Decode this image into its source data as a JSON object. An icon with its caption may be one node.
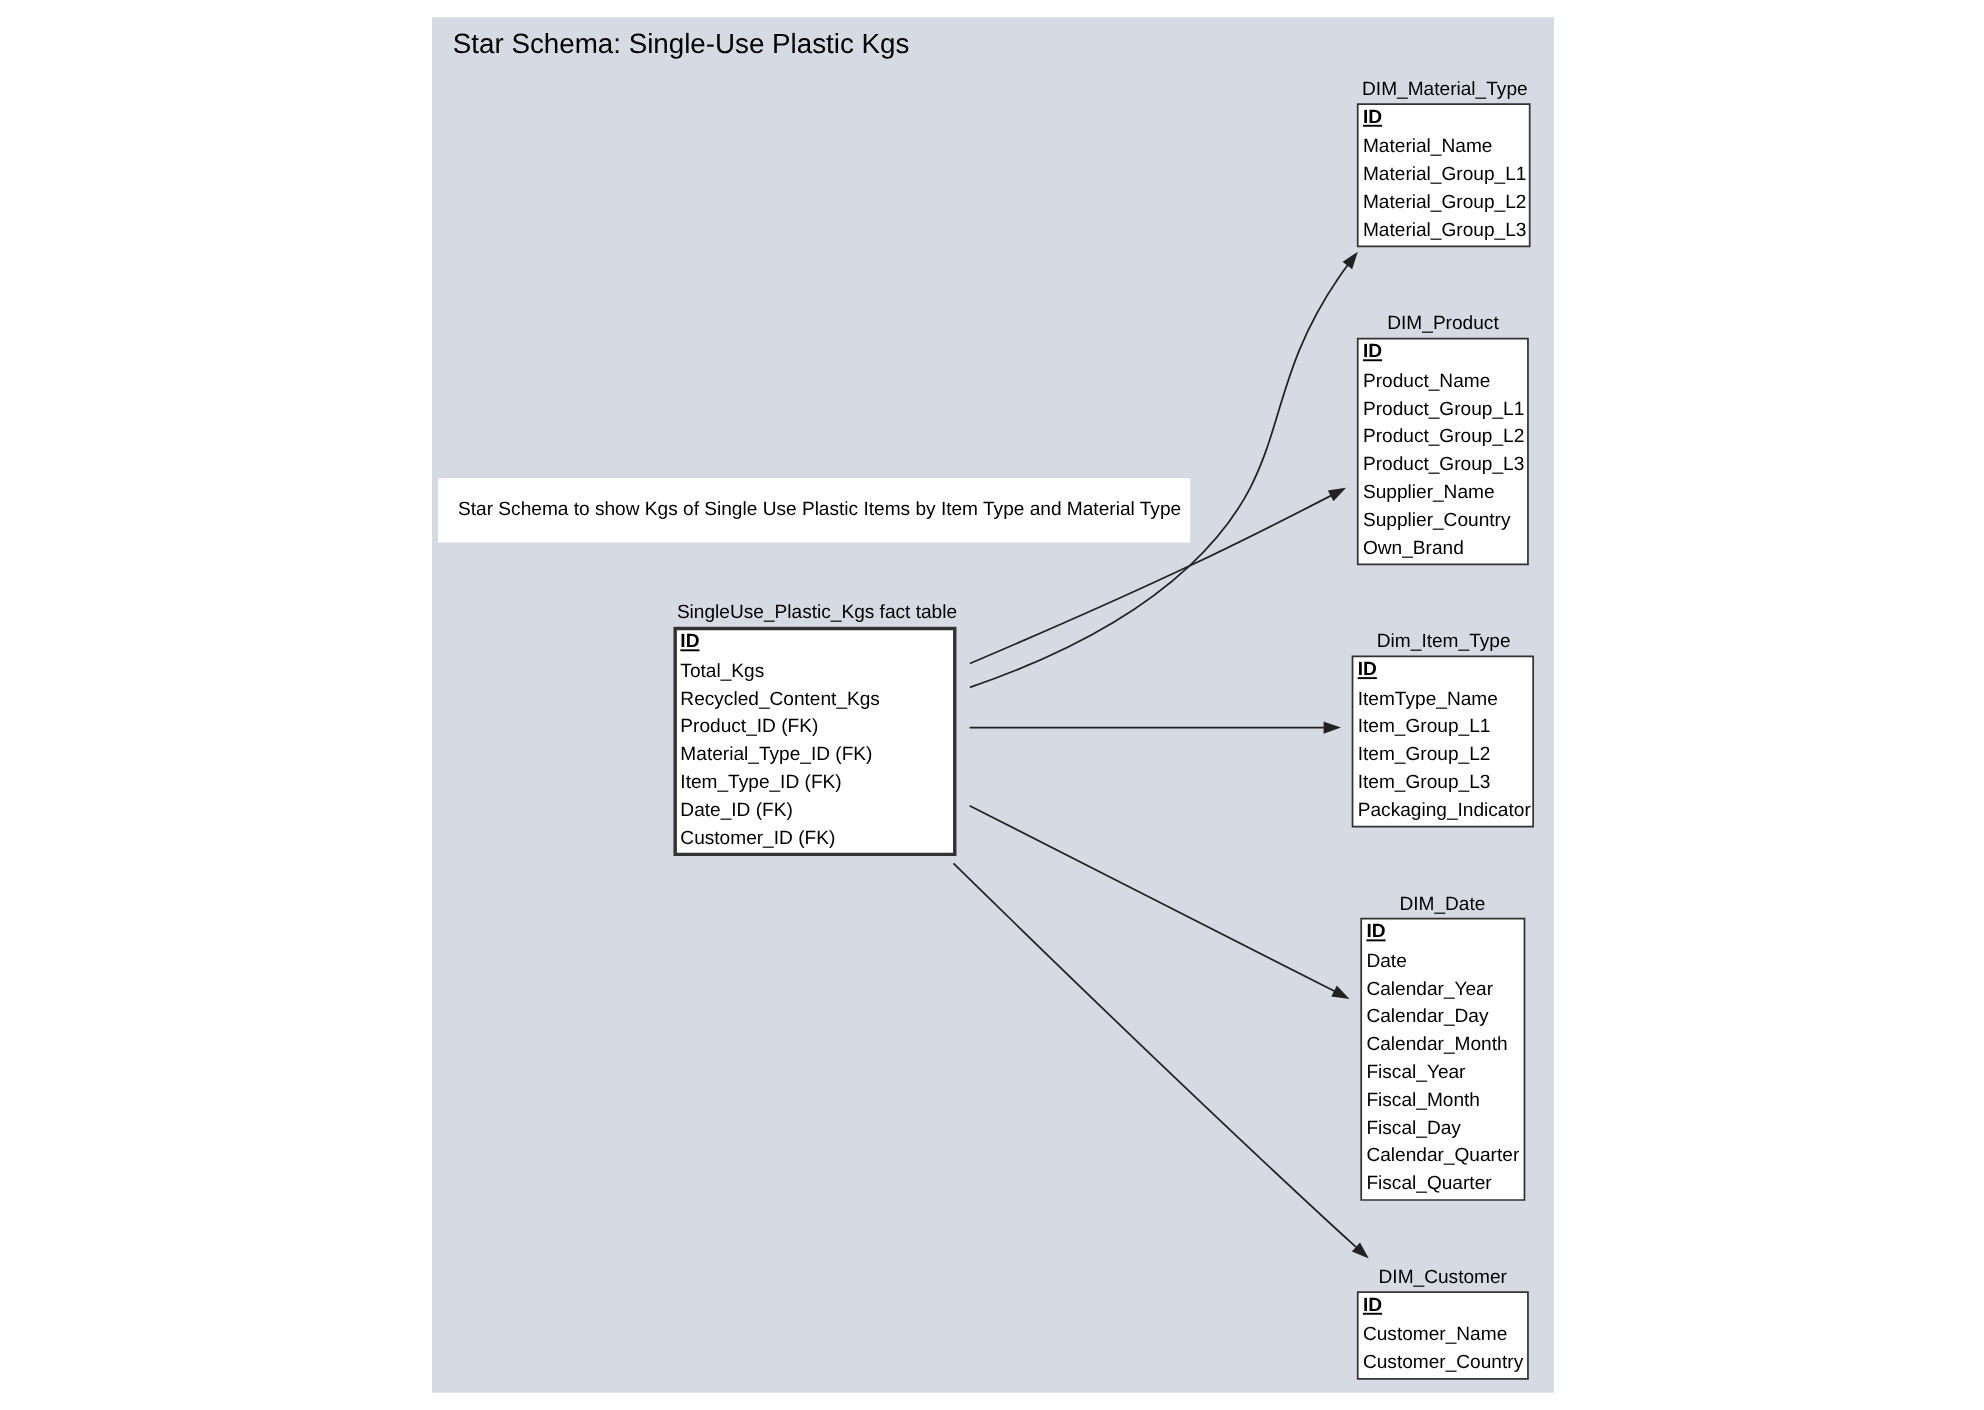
{
  "diagram": {
    "title": "Star Schema: Single-Use Plastic Kgs",
    "nodes": [
      {
        "text": [
          "DIM_Material_Type",
          "ID",
          "Material_Name",
          "Material_Group_L1",
          "Material_Group_L2",
          "Material_Group_L3"
        ]
      },
      {
        "text": [
          "DIM_Product",
          "ID",
          "Product_Name",
          "Product_Group_L1",
          "Product_Group_L2",
          "Product_Group_L3",
          "Supplier_Name",
          "Supplier_Country",
          "Own_Brand"
        ]
      },
      {
        "text": [
          "SingleUse_Plastic_Kgs fact table",
          "ID",
          "Total_Kgs",
          "Recycled_Content_Kgs",
          "Product_ID (FK)",
          "Material_Type_ID (FK)",
          "Item_Type_ID (FK)",
          "Date_ID (FK)",
          "Customer_ID (FK)"
        ]
      },
      {
        "text": [
          "Dim_Item_Type",
          "ID",
          "ItemType_Name",
          "Item_Group_L1",
          "Item_Group_L2",
          "Item_Group_L3",
          "Packaging_Indicator"
        ]
      },
      {
        "text": [
          "Star Schema to show Kgs of Single Use Plastic Items by Item Type and Material Type"
        ]
      },
      {
        "text": [
          "DIM_Date",
          "ID",
          "Date",
          "Calendar_Year",
          "Calendar_Day",
          "Calendar_Month",
          "Fiscal_Year",
          "Fiscal_Month",
          "Fiscal_Day",
          "Calendar_Quarter",
          "Fiscal_Quarter"
        ]
      },
      {
        "text": [
          "DIM_Customer",
          "ID",
          "Customer_Name",
          "Customer_Country"
        ]
      }
    ],
    "edges": [
      {
        "from": 2,
        "to": 0,
        "arrow": "to"
      },
      {
        "from": 2,
        "to": 1,
        "arrow": "to"
      },
      {
        "from": 2,
        "to": 3,
        "arrow": "to"
      },
      {
        "from": 2,
        "to": 5,
        "arrow": "to"
      },
      {
        "from": 2,
        "to": 6,
        "arrow": "to"
      }
    ]
  }
}
